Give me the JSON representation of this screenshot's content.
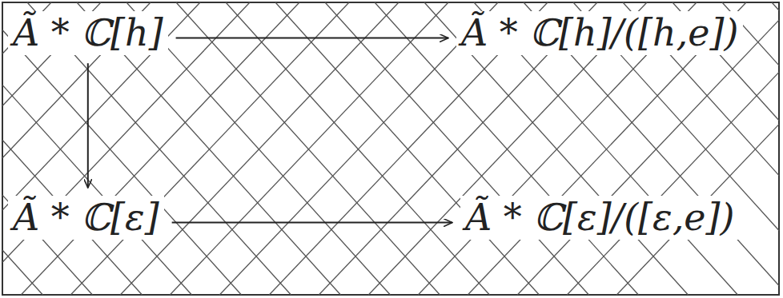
{
  "diagram": {
    "nodes": [
      {
        "text": [
          "Ã * ℂ[h]"
        ]
      },
      {
        "text": [
          "Ã * ℂ[h]/([h,e])"
        ]
      },
      {
        "text": [
          "Ã * ℂ[ε]"
        ]
      },
      {
        "text": [
          "Ã * ℂ[ε]/([ε,e])"
        ]
      }
    ],
    "edges": [
      {
        "from": 0,
        "to": 1,
        "arrow": "to"
      },
      {
        "from": 0,
        "to": 2,
        "arrow": "to"
      },
      {
        "from": 2,
        "to": 3,
        "arrow": "to"
      }
    ]
  }
}
